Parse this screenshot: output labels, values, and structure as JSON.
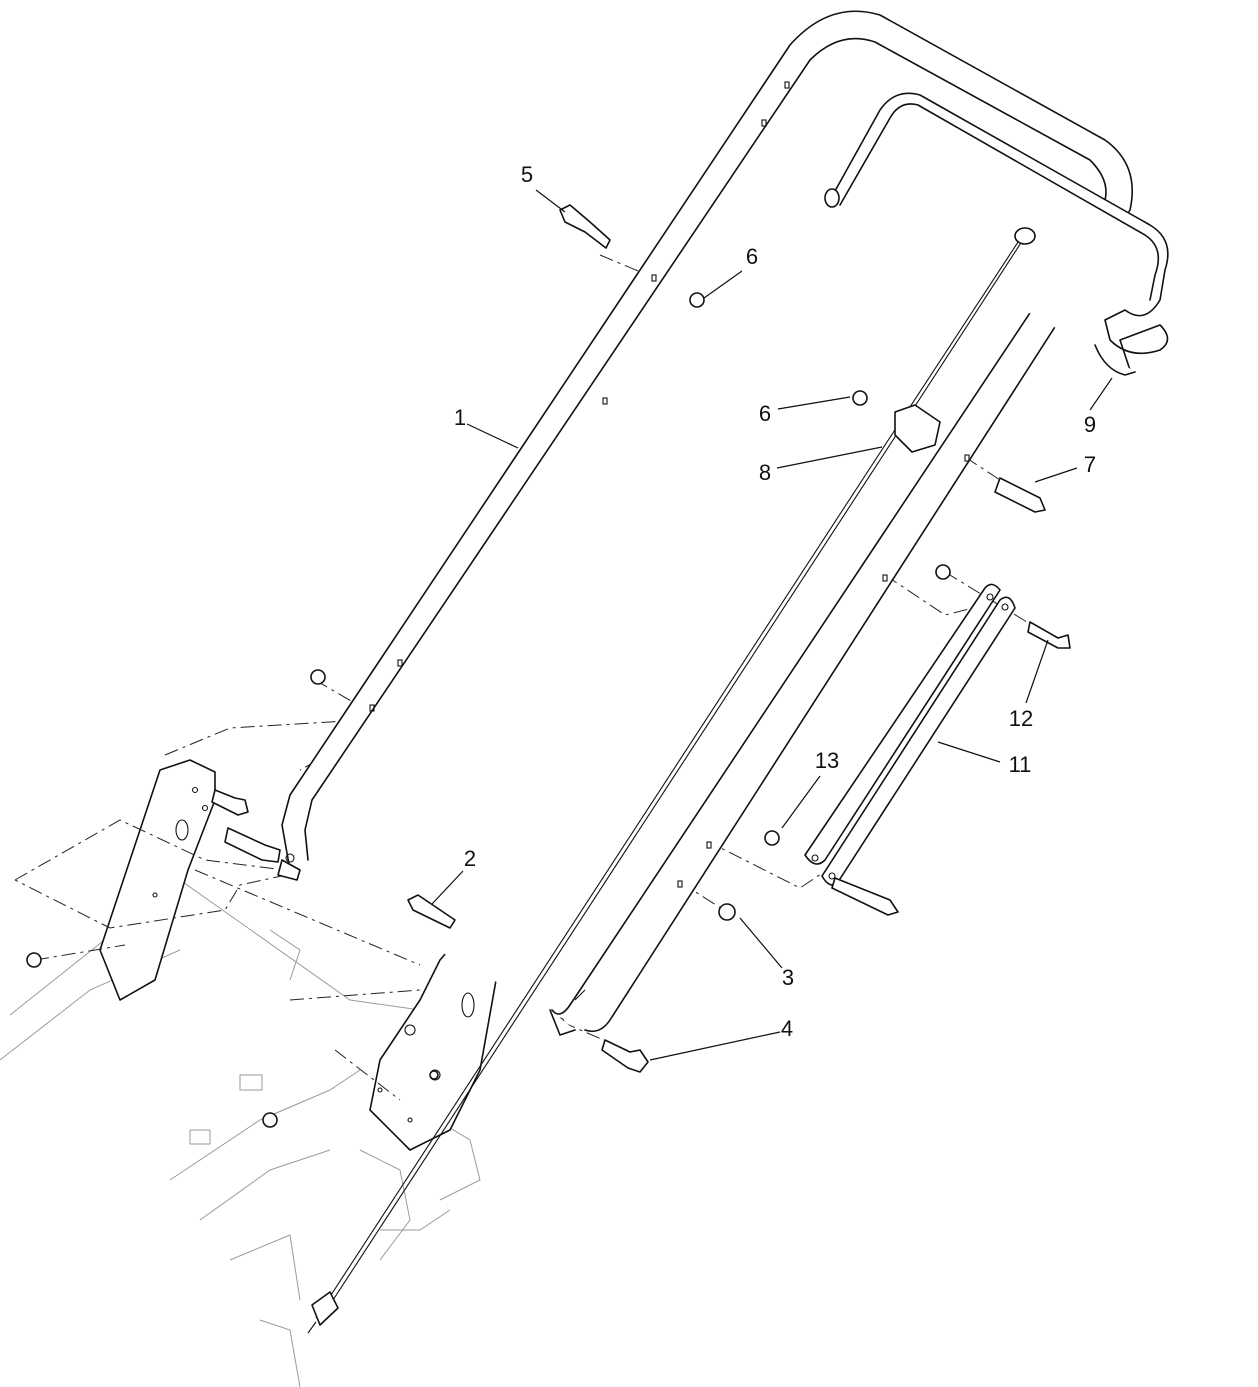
{
  "callouts": [
    {
      "id": "c1",
      "text": "1"
    },
    {
      "id": "c2",
      "text": "2"
    },
    {
      "id": "c3",
      "text": "3"
    },
    {
      "id": "c4",
      "text": "4"
    },
    {
      "id": "c5",
      "text": "5"
    },
    {
      "id": "c6a",
      "text": "6"
    },
    {
      "id": "c6b",
      "text": "6"
    },
    {
      "id": "c7",
      "text": "7"
    },
    {
      "id": "c8",
      "text": "8"
    },
    {
      "id": "c9",
      "text": "9"
    },
    {
      "id": "c11",
      "text": "11"
    },
    {
      "id": "c12",
      "text": "12"
    },
    {
      "id": "c13",
      "text": "13"
    }
  ]
}
